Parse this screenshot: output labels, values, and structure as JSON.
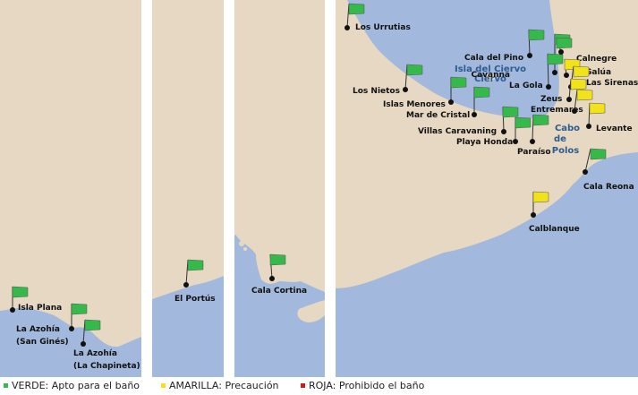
{
  "colors": {
    "land": "#e6d8c2",
    "sea": "#a2b8dc",
    "green_flag": "#35b94a",
    "yellow_flag": "#f1e21a",
    "red_flag": "#cc1b1b",
    "divider": "#ffffff",
    "marker": "#111111"
  },
  "legend": [
    {
      "key": "green",
      "label": "VERDE: Apto para el baño"
    },
    {
      "key": "yellow",
      "label": "AMARILLA: Precaución"
    },
    {
      "key": "red",
      "label": "ROJA: Prohibido el baño"
    }
  ],
  "places": [
    "Isla del Ciervo",
    "Cabo de Polos"
  ],
  "beaches": [
    {
      "name": "Isla Plana",
      "flag": "green"
    },
    {
      "name": "La Azohía (San Ginés)",
      "flag": "green"
    },
    {
      "name": "La Azohía (La Chapineta)",
      "flag": "green"
    },
    {
      "name": "El Portús",
      "flag": "green"
    },
    {
      "name": "Cala Cortina",
      "flag": "green"
    },
    {
      "name": "Los Urrutias",
      "flag": "green"
    },
    {
      "name": "Los Nietos",
      "flag": "green"
    },
    {
      "name": "Islas Menores",
      "flag": "green"
    },
    {
      "name": "Mar de Cristal",
      "flag": "green"
    },
    {
      "name": "Villas Caravaning",
      "flag": "green"
    },
    {
      "name": "Playa Honda",
      "flag": "green"
    },
    {
      "name": "Paraíso",
      "flag": "green"
    },
    {
      "name": "Cala del Pino",
      "flag": "green"
    },
    {
      "name": "Cavanna",
      "flag": "green"
    },
    {
      "name": "La Gola",
      "flag": "green"
    },
    {
      "name": "Calnegre",
      "flag": "green"
    },
    {
      "name": "Galúa",
      "flag": "yellow"
    },
    {
      "name": "Las Sirenas",
      "flag": "yellow"
    },
    {
      "name": "Zeus",
      "flag": "yellow"
    },
    {
      "name": "Entremares",
      "flag": "yellow"
    },
    {
      "name": "Levante",
      "flag": "yellow"
    },
    {
      "name": "Cala Reona",
      "flag": "green"
    },
    {
      "name": "Calblanque",
      "flag": "yellow"
    }
  ]
}
